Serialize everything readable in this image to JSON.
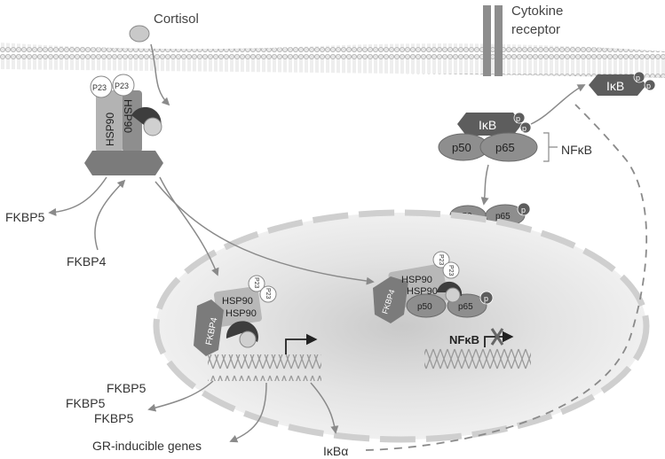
{
  "labels": {
    "cortisol": "Cortisol",
    "cytokine_receptor_line1": "Cytokine",
    "cytokine_receptor_line2": "receptor",
    "p23": "P23",
    "hsp90": "HSP90",
    "fkbp4": "FKBP4",
    "fkbp5": "FKBP5",
    "ikb": "IκB",
    "p": "p",
    "p50": "p50",
    "p65": "p65",
    "nfkb": "NFκB",
    "nfkb_bold": "NFκB",
    "fkbp5_a": "FKBP5",
    "fkbp5_b": "FKBP5",
    "fkbp5_c": "FKBP5",
    "gr_inducible_genes": "GR-inducible genes",
    "ikba": "IκBα"
  }
}
